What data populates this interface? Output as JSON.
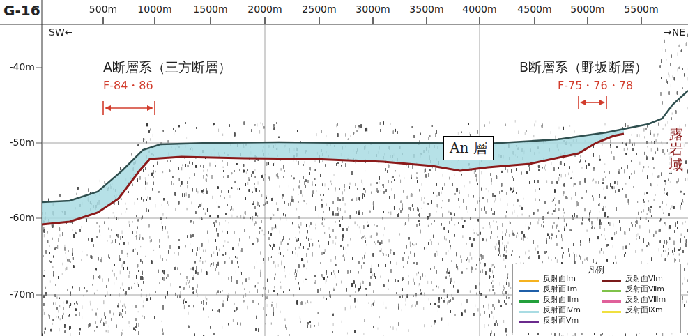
{
  "diagram": {
    "title": "G-16",
    "nodes": [
      {
        "text": [
          "An 層"
        ]
      }
    ],
    "labels": [
      "SW←",
      "→NE",
      "500m",
      "1000m",
      "1500m",
      "2000m",
      "2500m",
      "3000m",
      "3500m",
      "4000m",
      "4500m",
      "5000m",
      "5500m",
      "-40m",
      "-50m",
      "-60m",
      "-70m",
      "A断層系（三方断層）",
      "F-84・86",
      "B断層系（野坂断層）",
      "F-75・76・78",
      "露岩域",
      "凡例"
    ],
    "legend": [
      {
        "text": "反射面Ⅰm"
      },
      {
        "text": "反射面Ⅱm"
      },
      {
        "text": "反射面Ⅲm"
      },
      {
        "text": "反射面Ⅳm"
      },
      {
        "text": "反射面Ⅴm"
      },
      {
        "text": "反射面Ⅵm"
      },
      {
        "text": "反射面Ⅶm"
      },
      {
        "text": "反射面Ⅷm"
      },
      {
        "text": "反射面Ⅸm"
      }
    ]
  }
}
